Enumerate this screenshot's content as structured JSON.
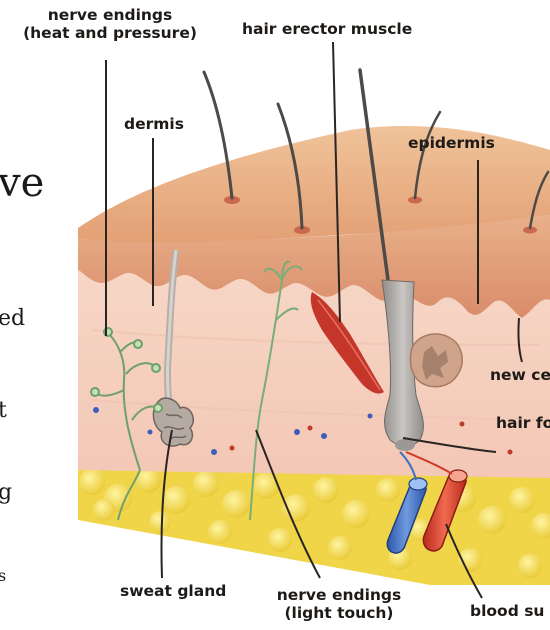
{
  "labels": {
    "nerve_endings_heat_line1": "nerve endings",
    "nerve_endings_heat_line2": "(heat and pressure)",
    "hair_erector_muscle": "hair erector muscle",
    "dermis": "dermis",
    "epidermis": "epidermis",
    "new_cells": "new ce",
    "hair_follicle": "hair foll",
    "sweat_gland": "sweat gland",
    "nerve_endings_touch_line1": "nerve endings",
    "nerve_endings_touch_line2": "(light touch)",
    "blood_supply": "blood su"
  },
  "side_text": {
    "heading": "ve",
    "line1": "ed",
    "line2": "t",
    "line3": "g",
    "line4": "s"
  },
  "colors": {
    "epidermis": "#e3a87c",
    "dermis": "#f6d4c4",
    "fat": "#f2dc58",
    "vein": "#3b6fc4",
    "artery": "#d23a2a",
    "muscle": "#c4362a",
    "hair": "#4d4a48"
  }
}
